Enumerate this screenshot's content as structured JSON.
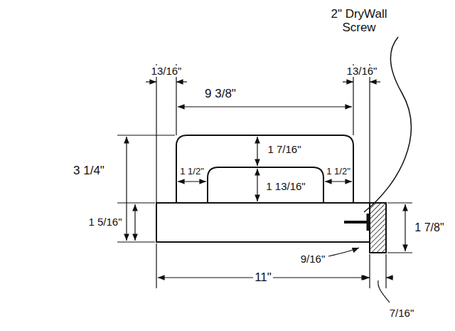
{
  "diagram": {
    "labels": [
      "2\" DryWall Screw",
      "13/16\"",
      "9 3/8\"",
      "13/16\"",
      "3 1/4\"",
      "1 7/16\"",
      "1 1/2\"",
      "1 13/16\"",
      "1 1/2\"",
      "1 5/16\"",
      "1 7/8\"",
      "9/16\"",
      "11\"",
      "7/16\""
    ]
  }
}
